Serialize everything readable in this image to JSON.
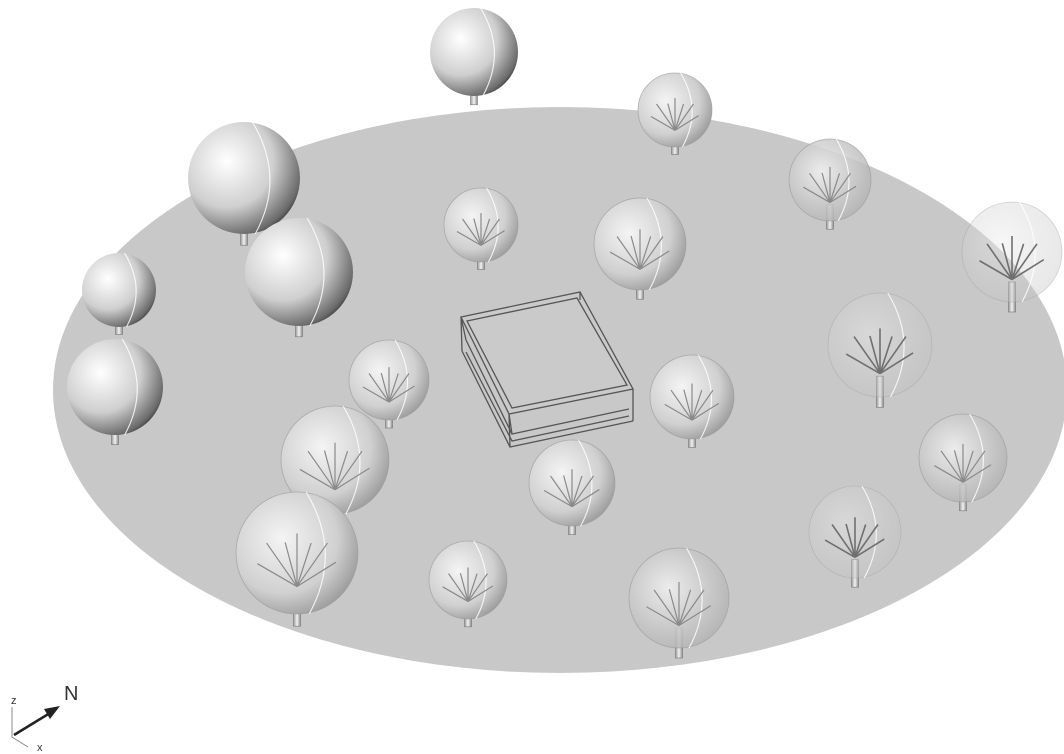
{
  "view": {
    "ground_color": "#c8c8c8",
    "background_color": "#ffffff",
    "box_stroke_color": "#555555",
    "axis_color": "#222222"
  },
  "compass": {
    "north_label": "N",
    "z_label": "z",
    "x_label": "x"
  },
  "trees": [
    {
      "id": "t1",
      "style": "solid",
      "branches": false
    },
    {
      "id": "t2",
      "style": "solid",
      "branches": false
    },
    {
      "id": "t3",
      "style": "solid",
      "branches": false
    },
    {
      "id": "t4",
      "style": "solid",
      "branches": false
    },
    {
      "id": "t5",
      "style": "solid",
      "branches": false
    },
    {
      "id": "t6",
      "style": "semi",
      "branches": true
    },
    {
      "id": "t7",
      "style": "semi",
      "branches": true
    },
    {
      "id": "t8",
      "style": "semi",
      "branches": true
    },
    {
      "id": "t9",
      "style": "semi",
      "branches": true
    },
    {
      "id": "t10",
      "style": "semi",
      "branches": true
    },
    {
      "id": "t11",
      "style": "semi",
      "branches": true
    },
    {
      "id": "t12",
      "style": "semi",
      "branches": true
    },
    {
      "id": "t13",
      "style": "semi",
      "branches": true
    },
    {
      "id": "t14",
      "style": "semi",
      "branches": true
    },
    {
      "id": "t15",
      "style": "faint",
      "branches": true
    },
    {
      "id": "t16",
      "style": "faint",
      "branches": true
    },
    {
      "id": "t17",
      "style": "faint",
      "branches": true
    },
    {
      "id": "t18",
      "style": "ghost",
      "branches": true
    },
    {
      "id": "t19",
      "style": "ghost",
      "branches": true
    },
    {
      "id": "t20",
      "style": "ghost",
      "branches": true
    },
    {
      "id": "t21",
      "style": "ghost",
      "branches": true
    },
    {
      "id": "t22",
      "style": "ghost",
      "branches": true
    }
  ]
}
